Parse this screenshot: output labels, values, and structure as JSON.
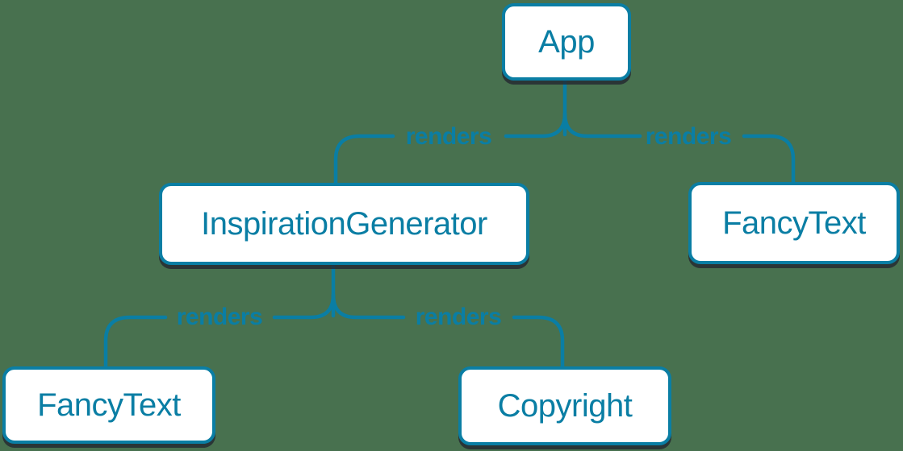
{
  "diagram": {
    "type": "component-render-tree",
    "colors": {
      "background": "#48714f",
      "accent": "#0a7ea4",
      "node_fill": "#ffffff",
      "node_shadow": "rgba(35,39,47,0.8)"
    },
    "nodes": [
      {
        "id": "app",
        "label": "App"
      },
      {
        "id": "inspiration-generator",
        "label": "InspirationGenerator"
      },
      {
        "id": "fancy-text-top",
        "label": "FancyText"
      },
      {
        "id": "fancy-text-leaf",
        "label": "FancyText"
      },
      {
        "id": "copyright",
        "label": "Copyright"
      }
    ],
    "edges": [
      {
        "from": "App",
        "to": "InspirationGenerator",
        "label": "renders"
      },
      {
        "from": "App",
        "to": "FancyText",
        "label": "renders"
      },
      {
        "from": "InspirationGenerator",
        "to": "FancyText",
        "label": "renders"
      },
      {
        "from": "InspirationGenerator",
        "to": "Copyright",
        "label": "renders"
      }
    ]
  }
}
